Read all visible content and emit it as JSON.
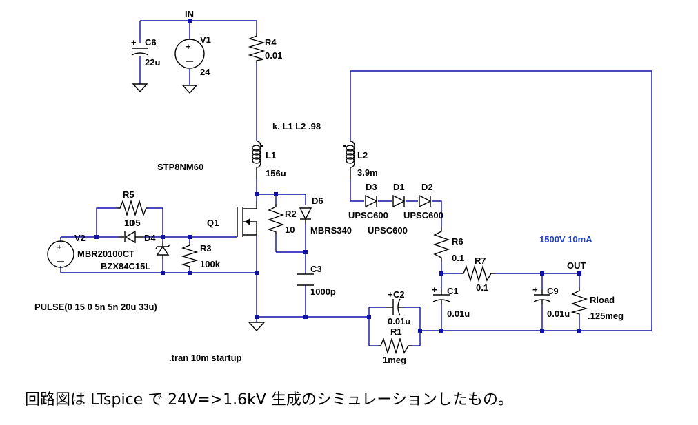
{
  "labels": {
    "IN": "IN",
    "OUT": "OUT",
    "C6": "C6",
    "C6v": "22u",
    "V1": "V1",
    "V1v": "24",
    "R4": "R4",
    "R4v": "0.01",
    "coupling": "k. L1 L2 .98",
    "L1": "L1",
    "L1v": "156u",
    "mosfet_model": "STP8NM60",
    "Q1": "Q1",
    "R5": "R5",
    "R5v": "10",
    "D5": "D5",
    "D4": "D4",
    "V2": "V2",
    "D5model": "MBR20100CT",
    "D4model": "BZX84C15L",
    "R3": "R3",
    "R3v": "100k",
    "R2": "R2",
    "R2v": "10",
    "D6": "D6",
    "D6model": "MBRS340",
    "C3": "C3",
    "C3v": "1000p",
    "pulse": "PULSE(0 15 0 5n 5n 20u 33u)",
    "tran": ".tran 10m startup",
    "L2": "L2",
    "L2v": "3.9m",
    "D3": "D3",
    "D1": "D1",
    "D2": "D2",
    "D3model": "UPSC600",
    "D1model": "UPSC600",
    "D2model": "UPSC600",
    "R6": "R6",
    "R6v": "0.1",
    "R7": "R7",
    "R7v": "0.1",
    "C1": "C1",
    "C1v": "0.01u",
    "C9": "C9",
    "C9v": "0.01u",
    "Rload": "Rload",
    "Rloadv": ".125meg",
    "C2": "C2",
    "C2v": "0.01u",
    "R1": "R1",
    "R1v": "1meg",
    "spec": "1500V 10mA"
  },
  "colors": {
    "wire": "#0f10a8",
    "spec_text": "#1c3fd0"
  },
  "caption": "回路図は LTspice で 24V=>1.6kV 生成のシミュレーションしたもの。"
}
